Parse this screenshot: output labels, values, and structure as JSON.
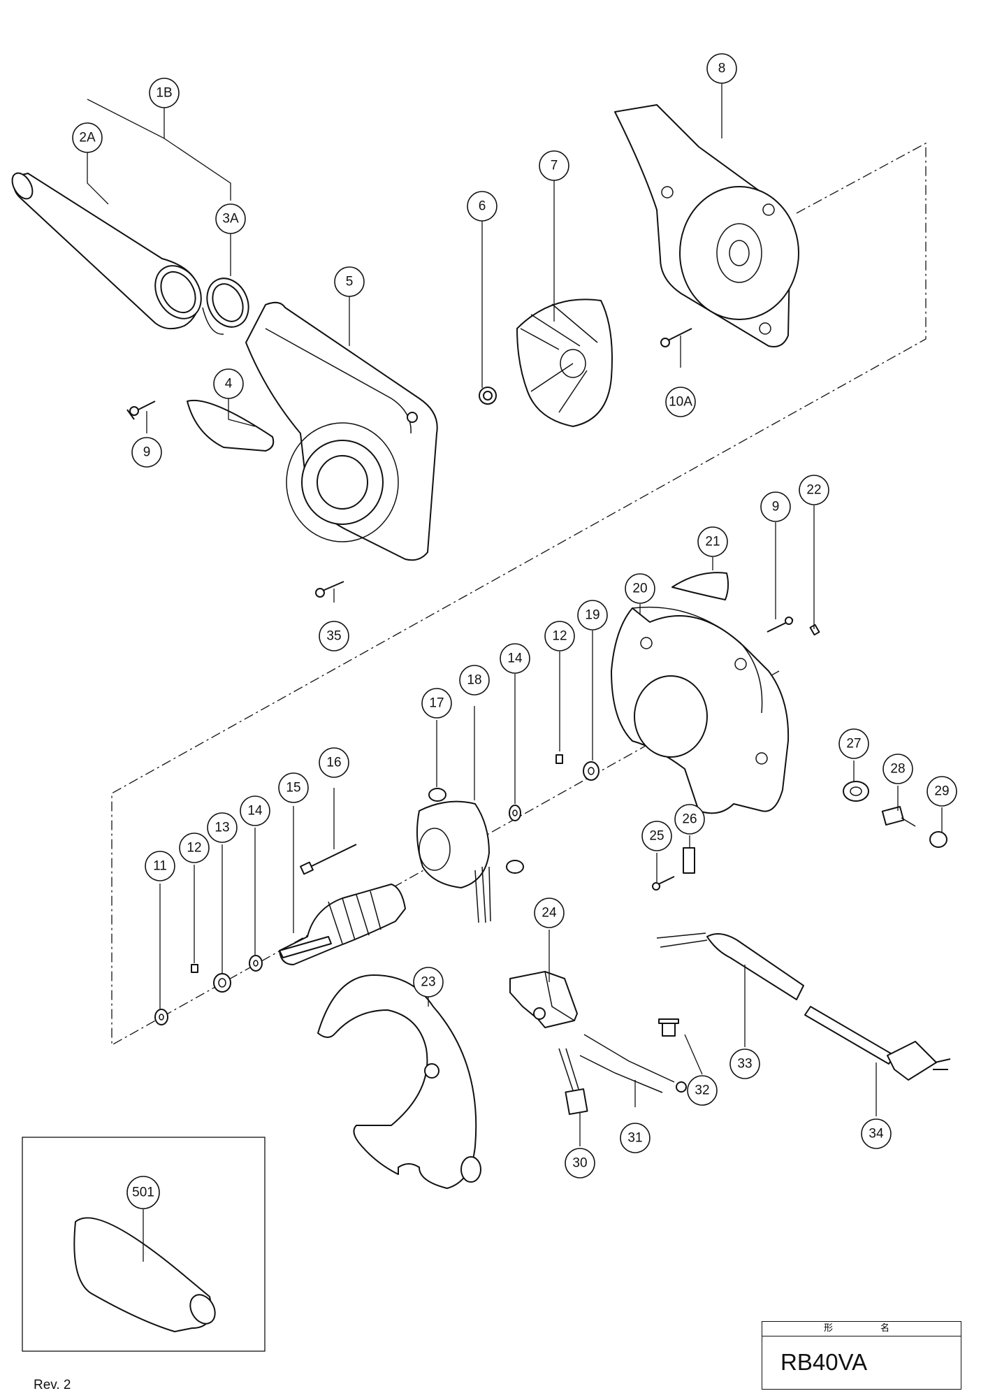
{
  "callouts": {
    "c1B": "1B",
    "c2A": "2A",
    "c3A": "3A",
    "c4": "4",
    "c5": "5",
    "c6": "6",
    "c7": "7",
    "c8": "8",
    "c9a": "9",
    "c10A": "10A",
    "c35": "35",
    "c9b": "9",
    "c22": "22",
    "c21": "21",
    "c20": "20",
    "c19": "19",
    "c12a": "12",
    "c14a": "14",
    "c18": "18",
    "c17": "17",
    "c16": "16",
    "c15": "15",
    "c14b": "14",
    "c13": "13",
    "c12b": "12",
    "c11": "11",
    "c27": "27",
    "c28": "28",
    "c29": "29",
    "c26": "26",
    "c25": "25",
    "c24": "24",
    "c23": "23",
    "c33": "33",
    "c32": "32",
    "c31": "31",
    "c30": "30",
    "c34": "34",
    "c501": "501"
  },
  "model_box": {
    "header": "形　　名",
    "model": "RB40VA"
  },
  "revision": "Rev. 2"
}
